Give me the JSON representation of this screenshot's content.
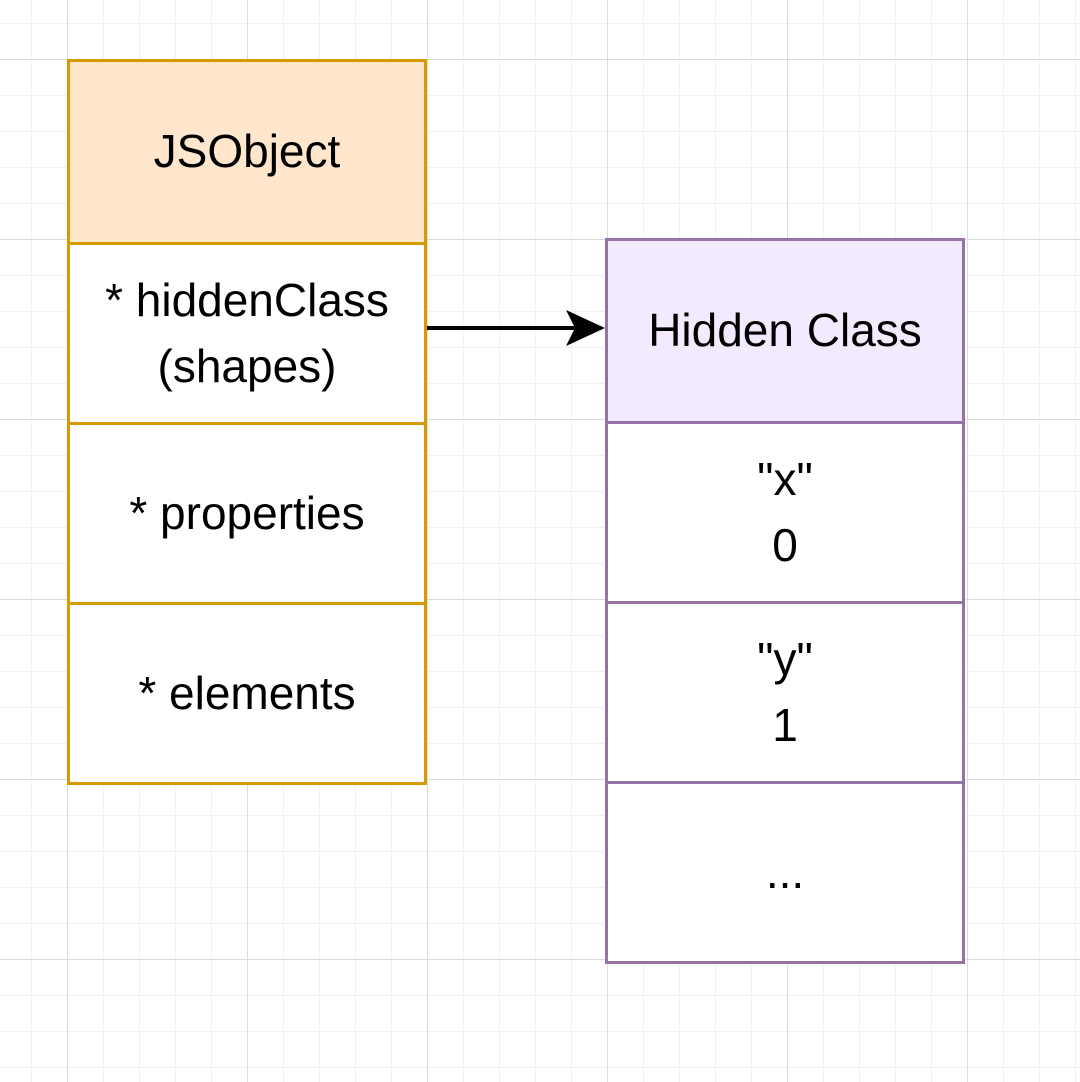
{
  "jsobject": {
    "title": "JSObject",
    "fields": [
      "* hiddenClass\n(shapes)",
      "* properties",
      "* elements"
    ]
  },
  "hidden_class": {
    "title": "Hidden Class",
    "entries": [
      "\"x\"\n0",
      "\"y\"\n1",
      "..."
    ]
  },
  "colors": {
    "jsobject_fill": "#ffe6cc",
    "jsobject_stroke": "#d79b00",
    "hidden_class_fill": "#f4eafd",
    "hidden_class_stroke": "#9673a6",
    "arrow": "#000000"
  }
}
